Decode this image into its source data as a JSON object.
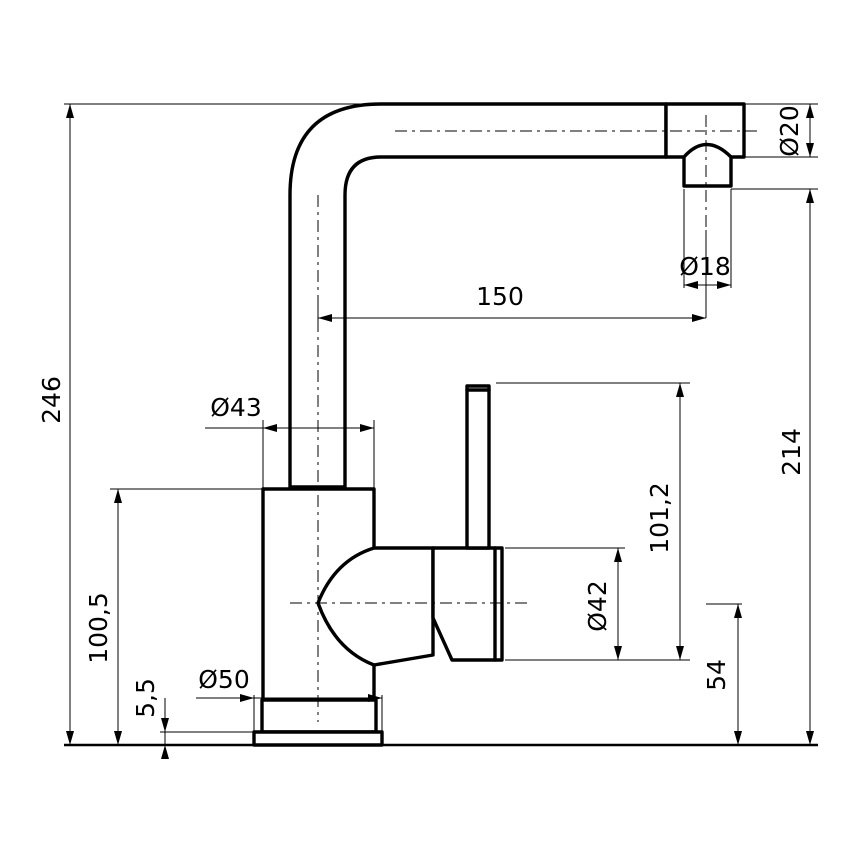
{
  "drawing": {
    "dimensions": {
      "total_height": "246",
      "spout_diameter": "Ø20",
      "outlet_diameter": "Ø18",
      "spout_reach": "150",
      "body_diameter": "Ø43",
      "body_height": "100,5",
      "base_height": "5,5",
      "base_diameter": "Ø50",
      "lever_height": "101,2",
      "handle_diameter": "Ø42",
      "outlet_height": "214",
      "handle_axis_height": "54"
    }
  }
}
